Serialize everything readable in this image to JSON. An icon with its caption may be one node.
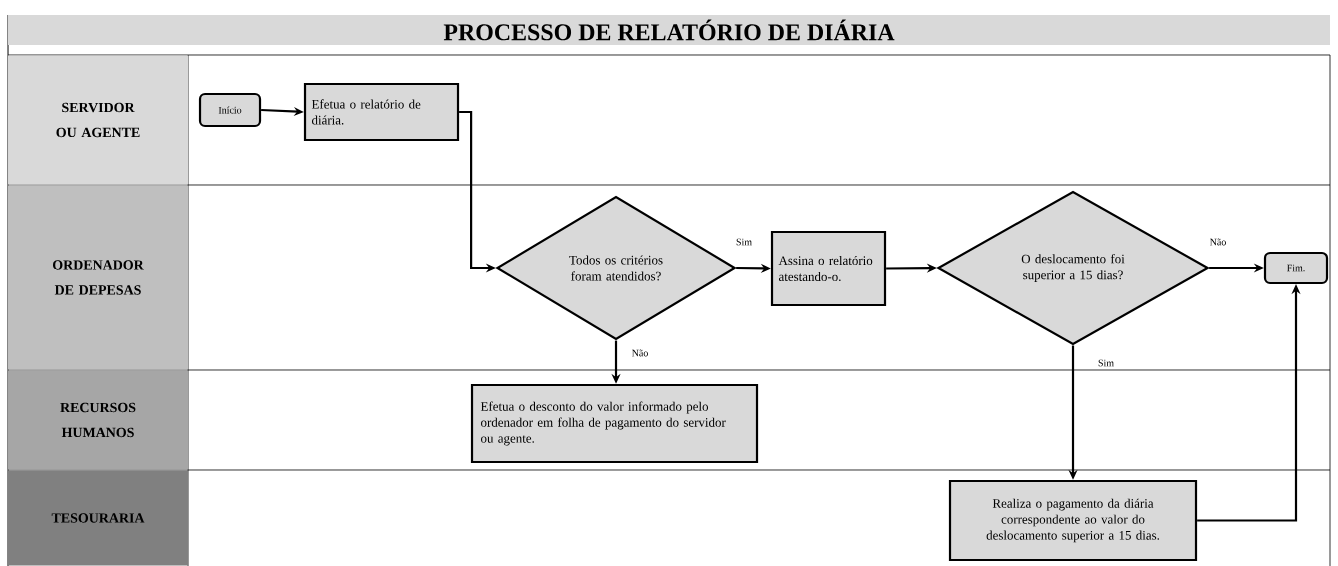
{
  "diagram": {
    "title": "PROCESSO DE RELATÓRIO DE DIÁRIA",
    "nodes": [
      {
        "text": [
          "SERVIDOR OU AGENTE"
        ]
      },
      {
        "text": [
          "ORDENADOR DE DEPESAS"
        ]
      },
      {
        "text": [
          "RECURSOS HUMANOS"
        ]
      },
      {
        "text": [
          "TESOURARIA"
        ]
      },
      {
        "text": [
          "Início"
        ]
      },
      {
        "text": [
          "Efetua o relatório de diária."
        ]
      },
      {
        "text": [
          "Todos os critérios foram atendidos?"
        ]
      },
      {
        "text": [
          "Assina o relatório atestando-o."
        ]
      },
      {
        "text": [
          "O deslocamento foi superior a 15 dias?"
        ]
      },
      {
        "text": [
          "Fim."
        ]
      },
      {
        "text": [
          "Efetua o desconto do valor informado pelo ordenador em folha de pagamento do servidor ou agente."
        ]
      },
      {
        "text": [
          "Realiza o pagamento da diária correspondente ao valor do deslocamento superior a 15 dias."
        ]
      }
    ],
    "edges": [
      {
        "from": 4,
        "to": 5,
        "arrow": "to"
      },
      {
        "from": 5,
        "to": 6,
        "arrow": "to"
      },
      {
        "from": 6,
        "to": 7,
        "arrow": "to",
        "label": "Sim"
      },
      {
        "from": 6,
        "to": 10,
        "arrow": "to",
        "label": "Não"
      },
      {
        "from": 7,
        "to": 8,
        "arrow": "to"
      },
      {
        "from": 8,
        "to": 9,
        "arrow": "to",
        "label": "Não"
      },
      {
        "from": 8,
        "to": 11,
        "arrow": "to",
        "label": "Sim"
      },
      {
        "from": 11,
        "to": 9,
        "arrow": "to"
      }
    ]
  }
}
